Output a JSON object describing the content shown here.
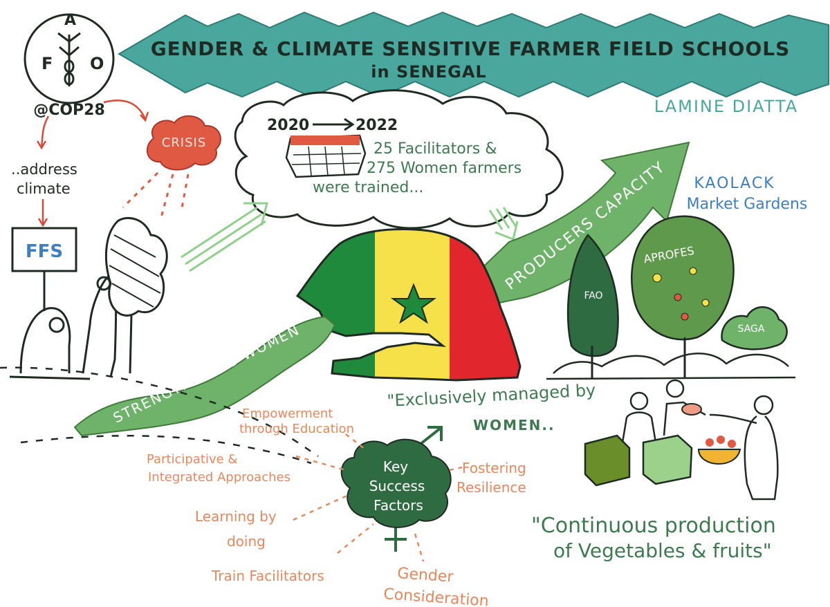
{
  "logo": {
    "letters": [
      "F",
      "A",
      "O"
    ],
    "event": "@COP28"
  },
  "banner": {
    "title_line1": "GENDER & CLIMATE SENSITIVE FARMER FIELD SCHOOLS",
    "title_line2": "in SENEGAL"
  },
  "author": "LAMINE DIATTA",
  "crisis": "CRISIS",
  "address_climate": [
    "..address",
    "climate"
  ],
  "ffs_sign": "FFS",
  "timeline": {
    "years": [
      "2020",
      "2022"
    ],
    "trained": [
      "25 Facilitators &",
      "275 Women farmers",
      "were trained..."
    ]
  },
  "arrows": {
    "strengthening": "STRENGTHENING WOMEN",
    "producers": "PRODUCERS CAPACITY"
  },
  "location": [
    "KAOLACK",
    "Market Gardens"
  ],
  "trees": [
    "FAO",
    "APROFES",
    "SAGA"
  ],
  "quotes": {
    "women": [
      "\"Exclusively managed by",
      "WOMEN.."
    ],
    "production": [
      "\"Continuous production",
      "of Vegetables & fruits\""
    ]
  },
  "key_factors": {
    "center": [
      "Key",
      "Success",
      "Factors"
    ],
    "items": [
      [
        "Empowerment",
        "through Education"
      ],
      [
        "Participative &",
        "Integrated Approaches"
      ],
      [
        "Learning by",
        "doing"
      ],
      [
        "Train Facilitators"
      ],
      [
        "Gender",
        "Consideration"
      ],
      [
        "Fostering",
        "Resilience"
      ]
    ]
  },
  "colors": {
    "banner_teal": "#4aa79d",
    "arrow_green": "#6fb36a",
    "flag_green": "#1f8a3c",
    "flag_yellow": "#f6e14a",
    "flag_red": "#e2262d",
    "crisis_red": "#e05a43",
    "factor_orange": "#e8875c",
    "tree_dark": "#2f6b41",
    "tree_mid": "#5f9a4c",
    "label_blue": "#3d7fc1"
  }
}
